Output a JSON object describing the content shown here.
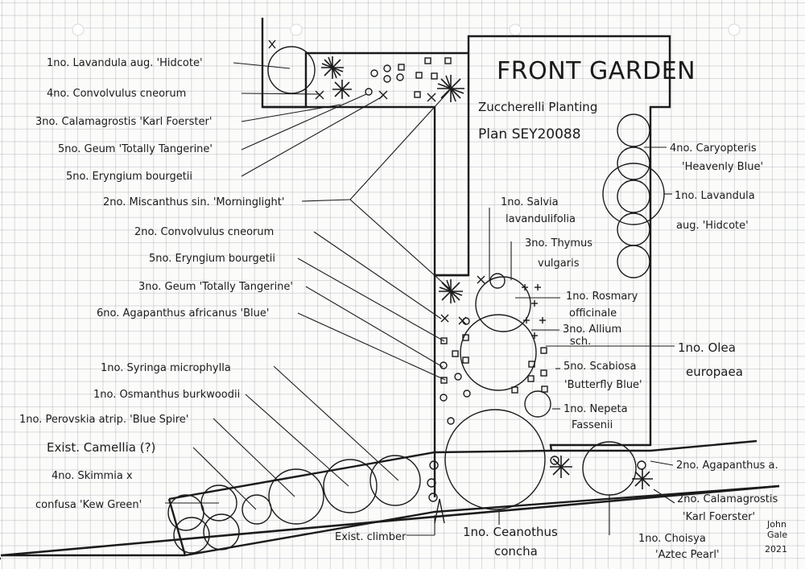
{
  "title": "FRONT GARDEN",
  "subtitle_line1": "Zuccherelli Planting",
  "subtitle_line2": "Plan SEY20088",
  "signature": [
    "John",
    "Gale",
    "2021"
  ],
  "labels": {
    "lavandula_top": "1no. Lavandula aug. 'Hidcote'",
    "convolvulus_top": "4no. Convolvulus cneorum",
    "calamagrostis_top": "3no. Calamagrostis 'Karl Foerster'",
    "geum_top": "5no. Geum 'Totally Tangerine'",
    "eryngium_top": "5no. Eryngium bourgetii",
    "miscanthus": "2no. Miscanthus sin. 'Morninglight'",
    "convolvulus_mid": "2no. Convolvulus cneorum",
    "eryngium_mid": "5no. Eryngium bourgetii",
    "geum_mid": "3no. Geum 'Totally Tangerine'",
    "agapanthus_blue": "6no. Agapanthus africanus 'Blue'",
    "syringa": "1no. Syringa microphylla",
    "osmanthus": "1no. Osmanthus burkwoodii",
    "perovskia": "1no. Perovskia atrip. 'Blue Spire'",
    "camellia": "Exist. Camellia (?)",
    "skimmia_1": "4no. Skimmia x",
    "skimmia_2": "confusa 'Kew Green'",
    "climber": "Exist. climber",
    "ceanothus_1": "1no. Ceanothus",
    "ceanothus_2": "concha",
    "choisya_1": "1no. Choisya",
    "choisya_2": "'Aztec Pearl'",
    "calamagrostis_bot_1": "2no. Calamagrostis",
    "calamagrostis_bot_2": "'Karl Foerster'",
    "agapanthus_bot": "2no. Agapanthus a.",
    "caryopteris_1": "4no. Caryopteris",
    "caryopteris_2": "'Heavenly Blue'",
    "lavandula_right_1": "1no. Lavandula",
    "lavandula_right_2": "aug. 'Hidcote'",
    "salvia_1": "1no. Salvia",
    "salvia_2": "lavandulifolia",
    "thymus_1": "3no. Thymus",
    "thymus_2": "vulgaris",
    "rosmary_1": "1no. Rosmary",
    "rosmary_2": "officinale",
    "allium_1": "3no. Allium",
    "allium_2": "sch.",
    "olea_1": "1no. Olea",
    "olea_2": "europaea",
    "scabiosa_1": "5no. Scabiosa",
    "scabiosa_2": "'Butterfly Blue'",
    "nepeta_1": "1no. Nepeta",
    "nepeta_2": "Fassenii"
  }
}
